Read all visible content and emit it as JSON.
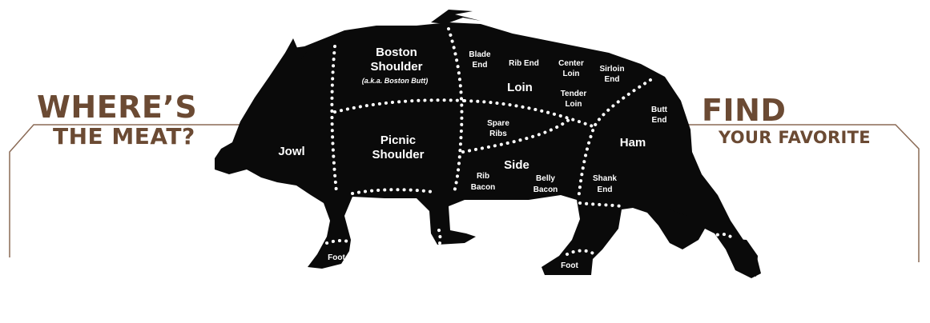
{
  "heading_left": {
    "line1": "WHERE’S",
    "line2": "THE MEAT?"
  },
  "heading_right": {
    "line1": "FIND",
    "line2": "YOUR FAVORITE"
  },
  "cuts": {
    "boston_shoulder": {
      "line1": "Boston",
      "line2": "Shoulder",
      "note": "(a.k.a. Boston Butt)"
    },
    "blade_end": {
      "line1": "Blade",
      "line2": "End"
    },
    "rib_end": "Rib End",
    "center_loin": {
      "line1": "Center",
      "line2": "Loin"
    },
    "sirloin_end": {
      "line1": "Sirloin",
      "line2": "End"
    },
    "loin": "Loin",
    "tender_loin": {
      "line1": "Tender",
      "line2": "Loin"
    },
    "butt_end": {
      "line1": "Butt",
      "line2": "End"
    },
    "jowl": "Jowl",
    "picnic_shoulder": {
      "line1": "Picnic",
      "line2": "Shoulder"
    },
    "spare_ribs": {
      "line1": "Spare",
      "line2": "Ribs"
    },
    "ham": "Ham",
    "side": "Side",
    "rib_bacon": {
      "line1": "Rib",
      "line2": "Bacon"
    },
    "belly_bacon": {
      "line1": "Belly",
      "line2": "Bacon"
    },
    "shank_end": {
      "line1": "Shank",
      "line2": "End"
    },
    "foot_front": "Foot",
    "foot_rear": "Foot"
  },
  "colors": {
    "heading": "#6b4a33",
    "frame": "#8a6a55",
    "silhouette": "#0a0a0a",
    "divider": "#ffffff"
  }
}
